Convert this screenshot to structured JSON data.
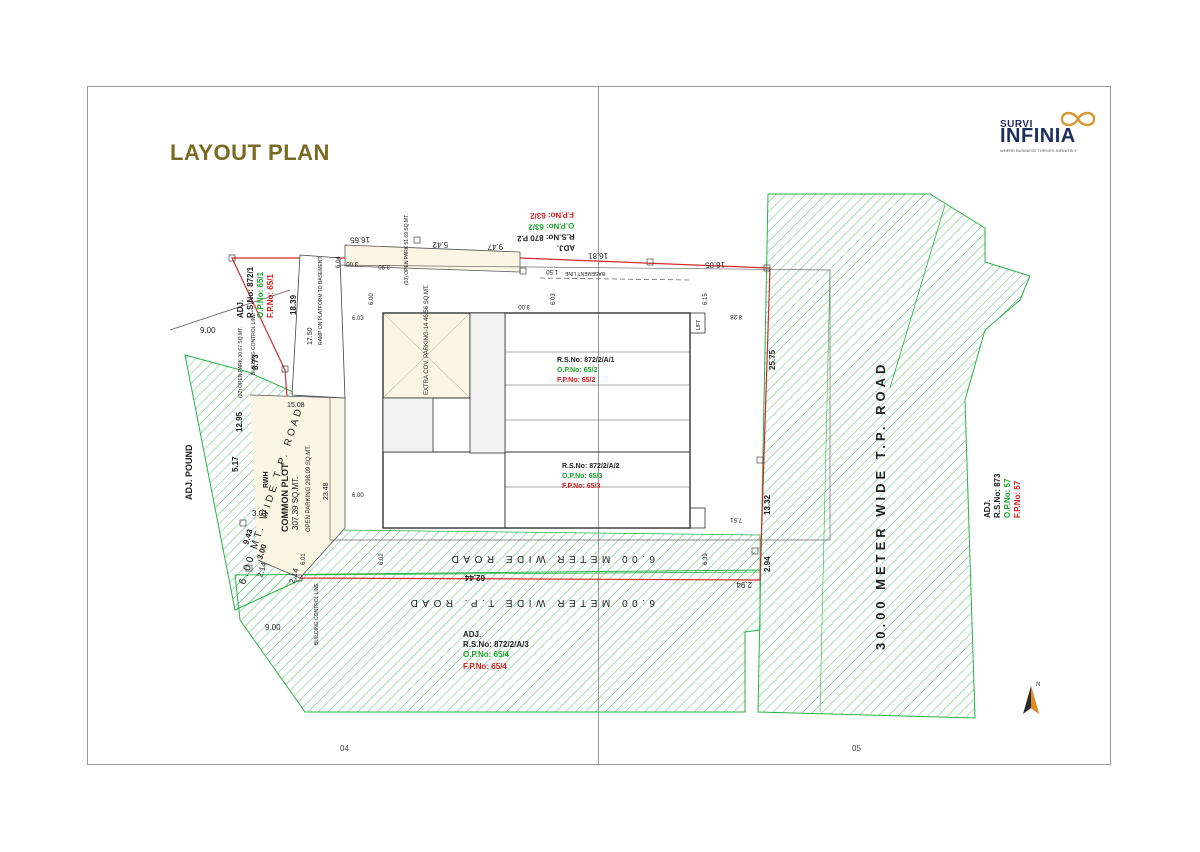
{
  "page": {
    "title": "LAYOUT PLAN",
    "page_left": "04",
    "page_right": "05"
  },
  "logo": {
    "line1": "SURVI",
    "line2": "INFINIA",
    "tagline": "WHERE BUSINESS THRIVES INFINITELY",
    "mark_icon": "infinity-loop-icon"
  },
  "roads": {
    "tp_30": "30.00 METER WIDE T.P. ROAD",
    "road_6": "6.00 METER WIDE ROAD",
    "tp_6_bottom": "6.00 METER WIDE T.P. ROAD",
    "tp_6_left": "6.00 MT. WIDE T.P. ROAD"
  },
  "plots": {
    "top_adj": {
      "adj": "ADJ.",
      "rs": "R.S.No: 870 P.2",
      "op": "O.P.No: 63/2",
      "fp": "F.P.No: 63/2"
    },
    "left_adj": {
      "adj": "ADJ.",
      "rs": "R.S.No: 872/1",
      "op": "O.P.No: 65/1",
      "fp": "F.P.No: 65/1"
    },
    "right_adj": {
      "adj": "ADJ.",
      "rs": "R.S.No: 873",
      "op": "O.P.No: 57",
      "fp": "F.P.No: 57"
    },
    "bottom_adj": {
      "adj": "ADJ.",
      "rs": "R.S.No: 872/2/A/3",
      "op": "O.P.No: 65/4",
      "fp": "F.P.No: 65/4"
    },
    "pound": "ADJ. POUND",
    "bldg_a": {
      "rs": "R.S.No: 872/2/A/1",
      "op": "O.P.No: 65/2",
      "fp": "F.P.No: 65/2"
    },
    "bldg_b": {
      "rs": "R.S.No: 872/2/A/2",
      "op": "O.P.No: 65/3",
      "fp": "F.P.No: 65/3"
    }
  },
  "labels": {
    "common_plot": "COMMON PLOT",
    "common_plot_area": "307.39 SQ.MT.",
    "open_parking": "OPEN PARKING 298.09 SQ.MT.",
    "extra_parking": "EXTRA COV. PARKING-14 46.56 SQ.MT.",
    "open_park_top": "(03) OPEN PARK 51.69 SQ.MT.",
    "open_park_left": "(02) OPEN PARK 30.67 SQ.MT.",
    "ramp": "RAMP ON PLATFORM TO BASEMENT",
    "basement_line": "BASEMENT LINE",
    "building_line_top": "BUILDING CONTROL LINE",
    "building_line_bottom": "BUILDING CONTROL LINE",
    "rwh": "RWH",
    "lift": "LIFT",
    "north": "N"
  },
  "dims": {
    "d1665": "16.65",
    "d542": "5.42",
    "d947": "9.47",
    "d1681": "16.81",
    "d1605": "16.05",
    "d1839": "18.39",
    "d900a": "9.00",
    "d873": "8.73",
    "d1295": "12.95",
    "d517": "5.17",
    "d943": "9.43",
    "d300": "3.00",
    "d214a": "2.14",
    "d214b": "2.14",
    "d301": "3.01",
    "d2575": "25.75",
    "d1332": "13.32",
    "d294a": "2.94",
    "d294b": "2.94",
    "d6244": "62.44",
    "d900b": "9.00",
    "d1508": "15.08",
    "d2348": "23.48",
    "d1750": "17.50",
    "d604": "6.04",
    "d600a": "6.00",
    "d600b": "6.00",
    "d603a": "6.03",
    "d603b": "6.03",
    "d615": "6.15",
    "d828": "8.28",
    "d751": "7.51",
    "d601": "6.01",
    "d602": "6.02",
    "d639": "6.39",
    "d300b": "3.00",
    "d390": "3.90",
    "d300c": "3.00",
    "d150": "1.50"
  }
}
